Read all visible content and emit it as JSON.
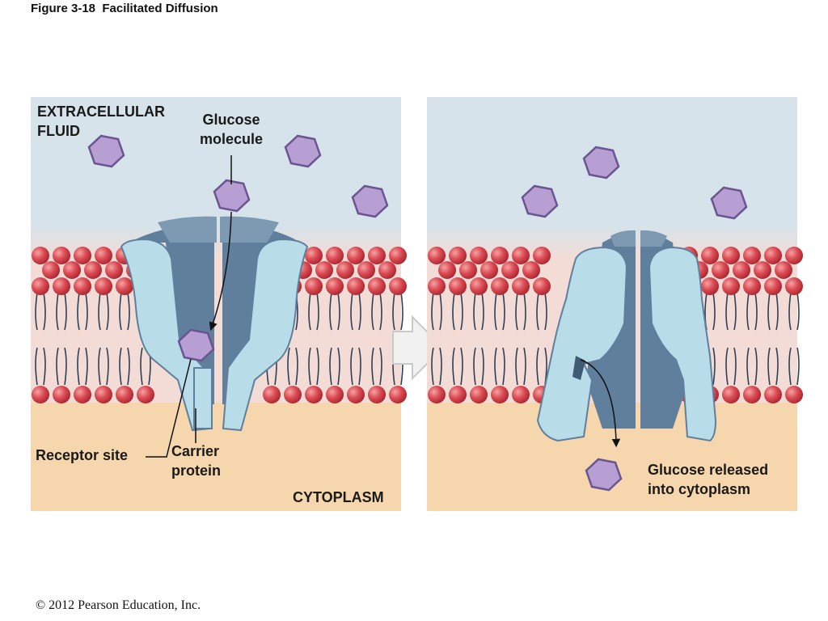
{
  "figure_title": "Figure 3-18  Facilitated Diffusion",
  "copyright": "© 2012 Pearson Education, Inc.",
  "labels": {
    "extracellular_line1": "EXTRACELLULAR",
    "extracellular_line2": "FLUID",
    "glucose_line1": "Glucose",
    "glucose_line2": "molecule",
    "receptor_site": "Receptor site",
    "carrier_line1": "Carrier",
    "carrier_line2": "protein",
    "cytoplasm": "CYTOPLASM",
    "released_line1": "Glucose released",
    "released_line2": "into cytoplasm"
  },
  "colors": {
    "extracellular": "#d6e3ea",
    "cytoplasm": "#f6d7ad",
    "lipid_core": "#f3dcd6",
    "phospholipid_head": "#d8444e",
    "carrier_light": "#b9dce9",
    "carrier_dark": "#5f7f9c",
    "glucose": "#b79fd3"
  }
}
